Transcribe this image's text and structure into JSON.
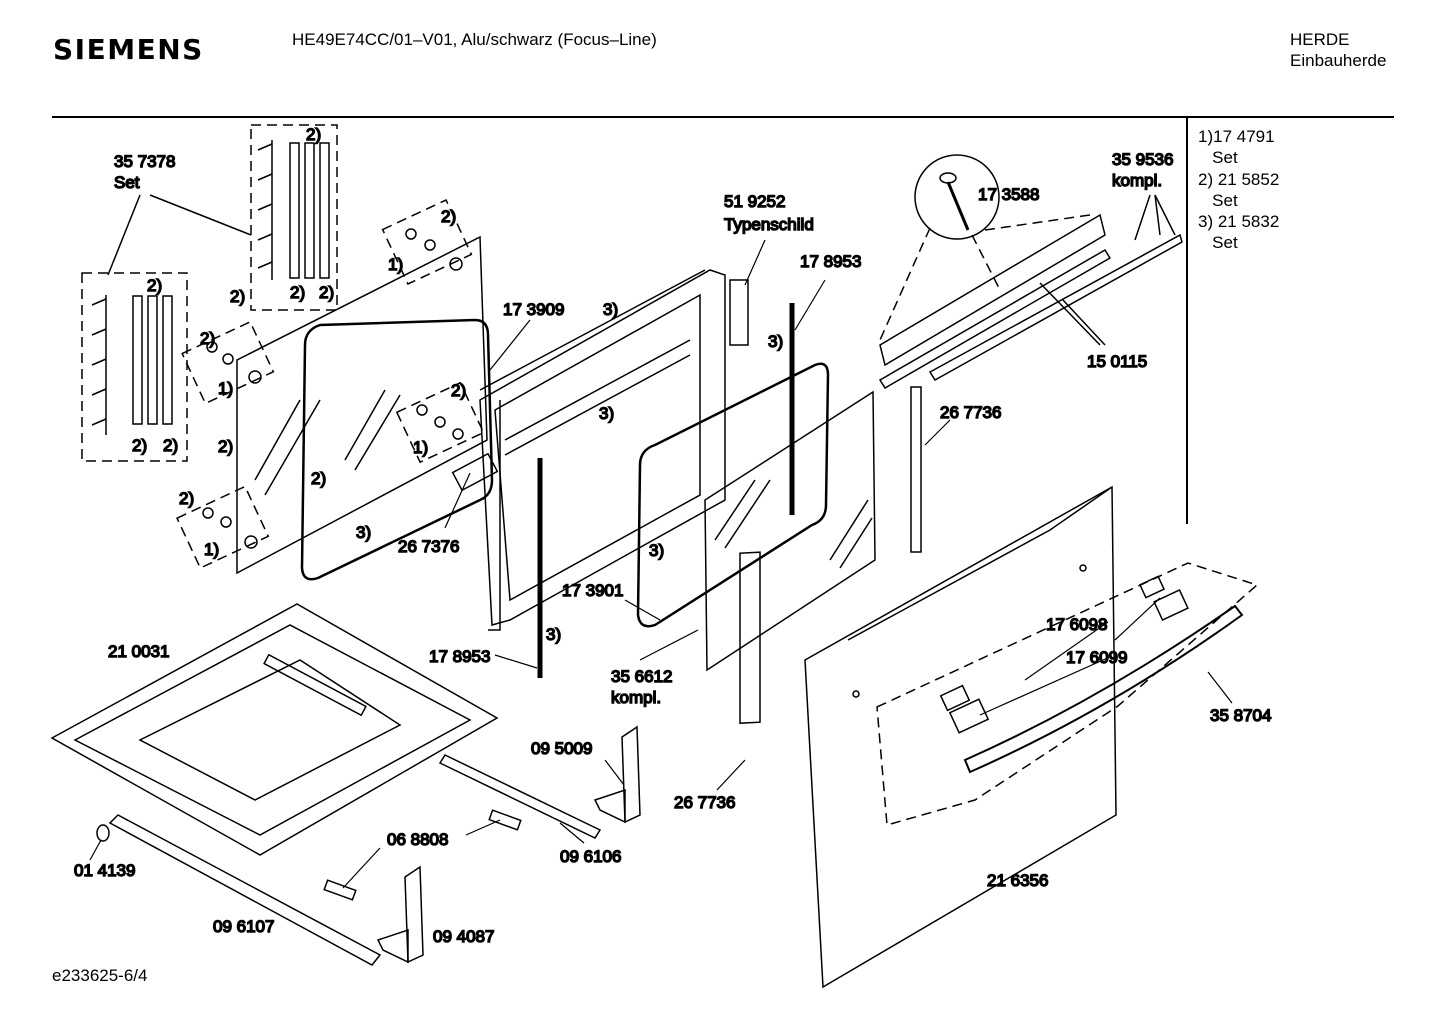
{
  "header": {
    "brand": "SIEMENS",
    "model": "HE49E74CC/01–V01, Alu/schwarz (Focus–Line)",
    "category": "HERDE",
    "subcategory": "Einbauherde"
  },
  "notes": [
    "1)17 4791",
    "   Set",
    "2) 21 5852",
    "   Set",
    "3) 21 5832",
    "   Set"
  ],
  "footer": {
    "doc_id": "e233625-6/4"
  },
  "labels": {
    "p357378": "35 7378",
    "set": "Set",
    "p173909": "17 3909",
    "p519252": "51 9252",
    "typenschild": "Typenschild",
    "p178953a": "17 8953",
    "p173588": "17 3588",
    "p359536": "35 9536",
    "kompl1": "kompl.",
    "p150115": "15 0115",
    "p267736a": "26 7736",
    "p267376": "26 7376",
    "p173901": "17 3901",
    "p178953b": "17 8953",
    "p356612": "35 6612",
    "kompl2": "kompl.",
    "p176098": "17 6098",
    "p176099": "17 6099",
    "p358704": "35 8704",
    "p210031": "21 0031",
    "p095009": "09 5009",
    "p267736b": "26 7736",
    "p068808": "06 8808",
    "p096106": "09 6106",
    "p014139": "01 4139",
    "p096107": "09 6107",
    "p094087": "09 4087",
    "p216356": "21 6356",
    "n1": "1)",
    "n2": "2)",
    "n3": "3)"
  }
}
